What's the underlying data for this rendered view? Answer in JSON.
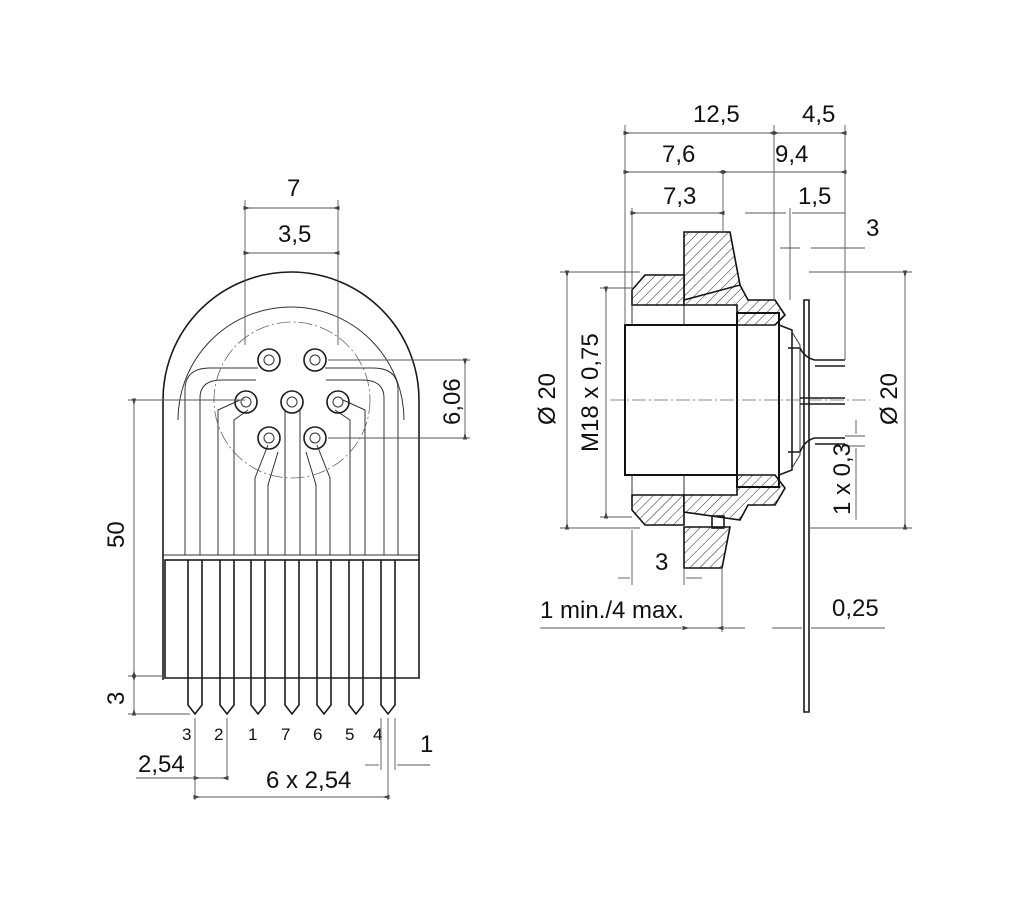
{
  "front_view": {
    "dim_top_outer": "7",
    "dim_top_inner": "3,5",
    "dim_right_vertical": "6,06",
    "dim_left_height": "50",
    "dim_left_small": "3",
    "dim_pitch_single": "2,54",
    "dim_pitch_total": "6 x 2,54",
    "dim_pin_width": "1",
    "pin_numbers": [
      "3",
      "2",
      "1",
      "7",
      "6",
      "5",
      "4"
    ]
  },
  "side_view": {
    "dim_total_depth": "12,5",
    "dim_right_offset": "4,5",
    "dim_body_a": "7,6",
    "dim_body_b": "9,4",
    "dim_flange": "7,3",
    "dim_step": "1,5",
    "dim_pin_offset": "3",
    "dim_diameter_left": "Ø 20",
    "dim_thread": "M18 x 0,75",
    "dim_diameter_right": "Ø 20",
    "dim_pin_section": "1 x 0,3",
    "dim_nut": "3",
    "dim_panel": "1 min./4 max.",
    "dim_pcb": "0,25"
  }
}
